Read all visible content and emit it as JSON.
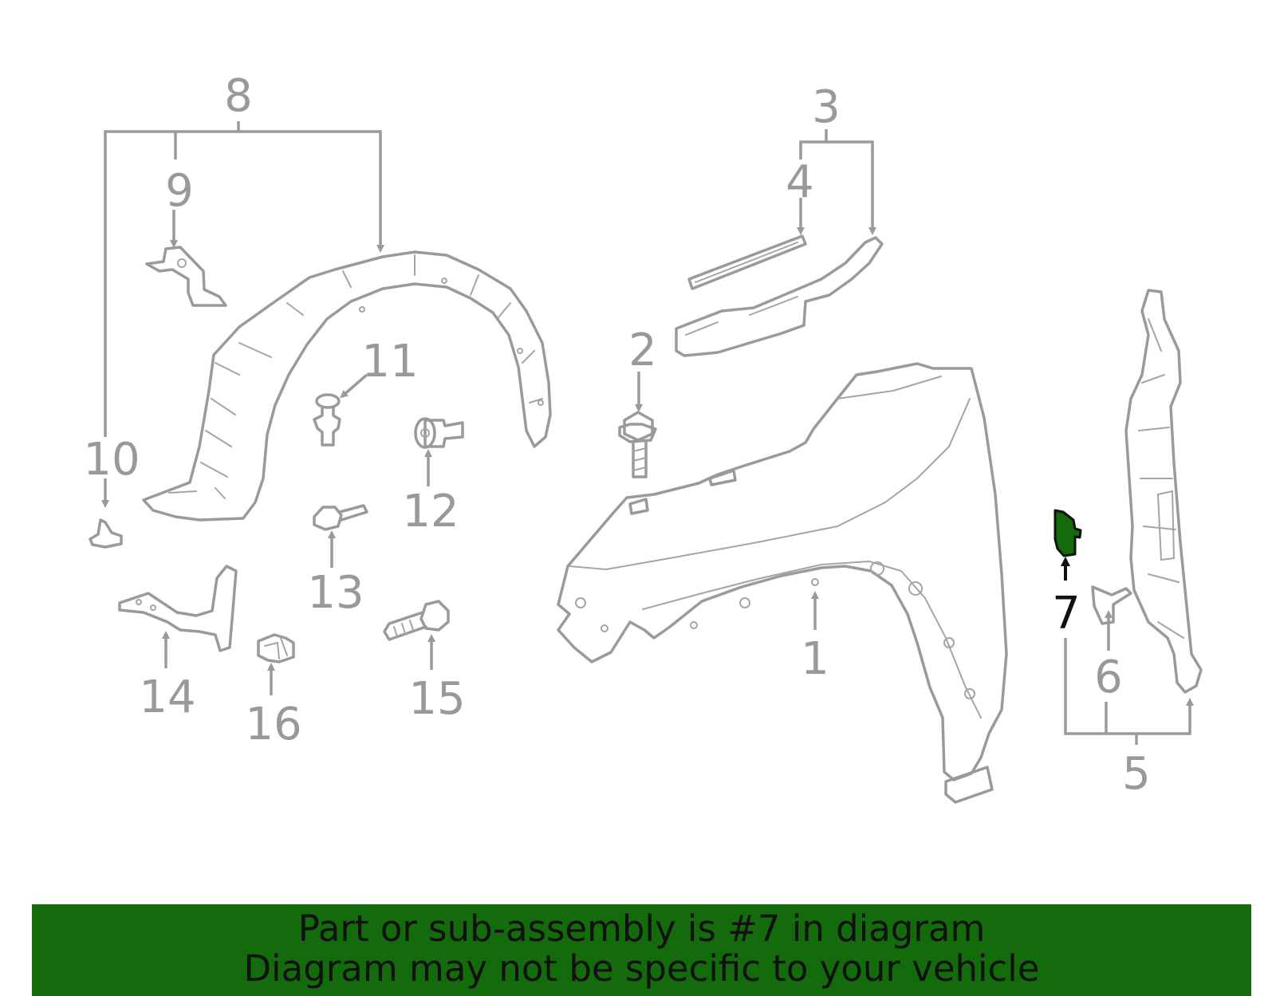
{
  "diagram": {
    "callouts": {
      "c1": "1",
      "c2": "2",
      "c3": "3",
      "c4": "4",
      "c5": "5",
      "c6": "6",
      "c7": "7",
      "c8": "8",
      "c9": "9",
      "c10": "10",
      "c11": "11",
      "c12": "12",
      "c13": "13",
      "c14": "14",
      "c15": "15",
      "c16": "16"
    },
    "highlighted_part": "7",
    "colors": {
      "line": "#9a9a9a",
      "highlight": "#136b0c",
      "highlight_label": "#111111"
    }
  },
  "banner": {
    "line1": "Part or sub-assembly is #7 in diagram",
    "line2": "Diagram may not be specific to your vehicle",
    "background": "#136b0c"
  }
}
